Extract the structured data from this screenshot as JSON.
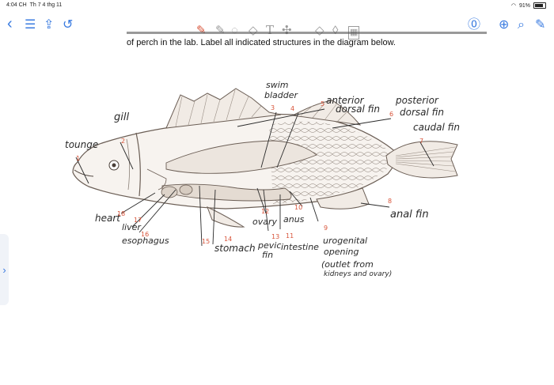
{
  "status": {
    "time": "4:04 CH",
    "date": "Th 7 4 thg 11",
    "battery": "91%"
  },
  "toolbar": {
    "left_icons": [
      "back-chevron-icon",
      "list-icon",
      "share-icon",
      "undo-icon"
    ],
    "tools": [
      "pen-icon",
      "lasso-icon",
      "shape-icon",
      "text-icon",
      "eraser-icon",
      "highlighter-icon",
      "image-icon"
    ],
    "right_icons": [
      "mic-icon",
      "add-icon",
      "search-icon",
      "edit-icon"
    ],
    "pen_color": "#d8543a"
  },
  "document": {
    "instruction_line2": "of perch in the lab.  Label all indicated structures in the diagram below."
  },
  "labels": {
    "swim_bladder_1": "swim",
    "swim_bladder_2": "bladder",
    "anterior_1": "anterior",
    "anterior_2": "dorsal fin",
    "posterior_1": "posterior",
    "posterior_2": "dorsal fin",
    "caudal": "caudal fin",
    "gill": "gill",
    "tounge": "tounge",
    "heart": "heart",
    "liver": "liver",
    "esophagus": "esophagus",
    "ovary": "ovary",
    "anus": "anus",
    "anal_fin": "anal fin",
    "stomach": "stomach",
    "pelvic_1": "pevic",
    "pelvic_2": "fin",
    "intestine": "intestine",
    "urogenital_1": "urogenital",
    "urogenital_2": "opening",
    "urogenital_3": "(outlet from",
    "urogenital_4": "kidneys and ovary)"
  },
  "numbers": {
    "n1": "1",
    "n2": "2",
    "n3": "3",
    "n4": "4",
    "n5": "5",
    "n6": "6",
    "n7": "7",
    "n8": "8",
    "n9": "9",
    "n10": "10",
    "n11": "11",
    "n12": "12",
    "n13": "13",
    "n14": "14",
    "n15": "15",
    "n16": "16",
    "n17": "17",
    "n18": "18"
  }
}
